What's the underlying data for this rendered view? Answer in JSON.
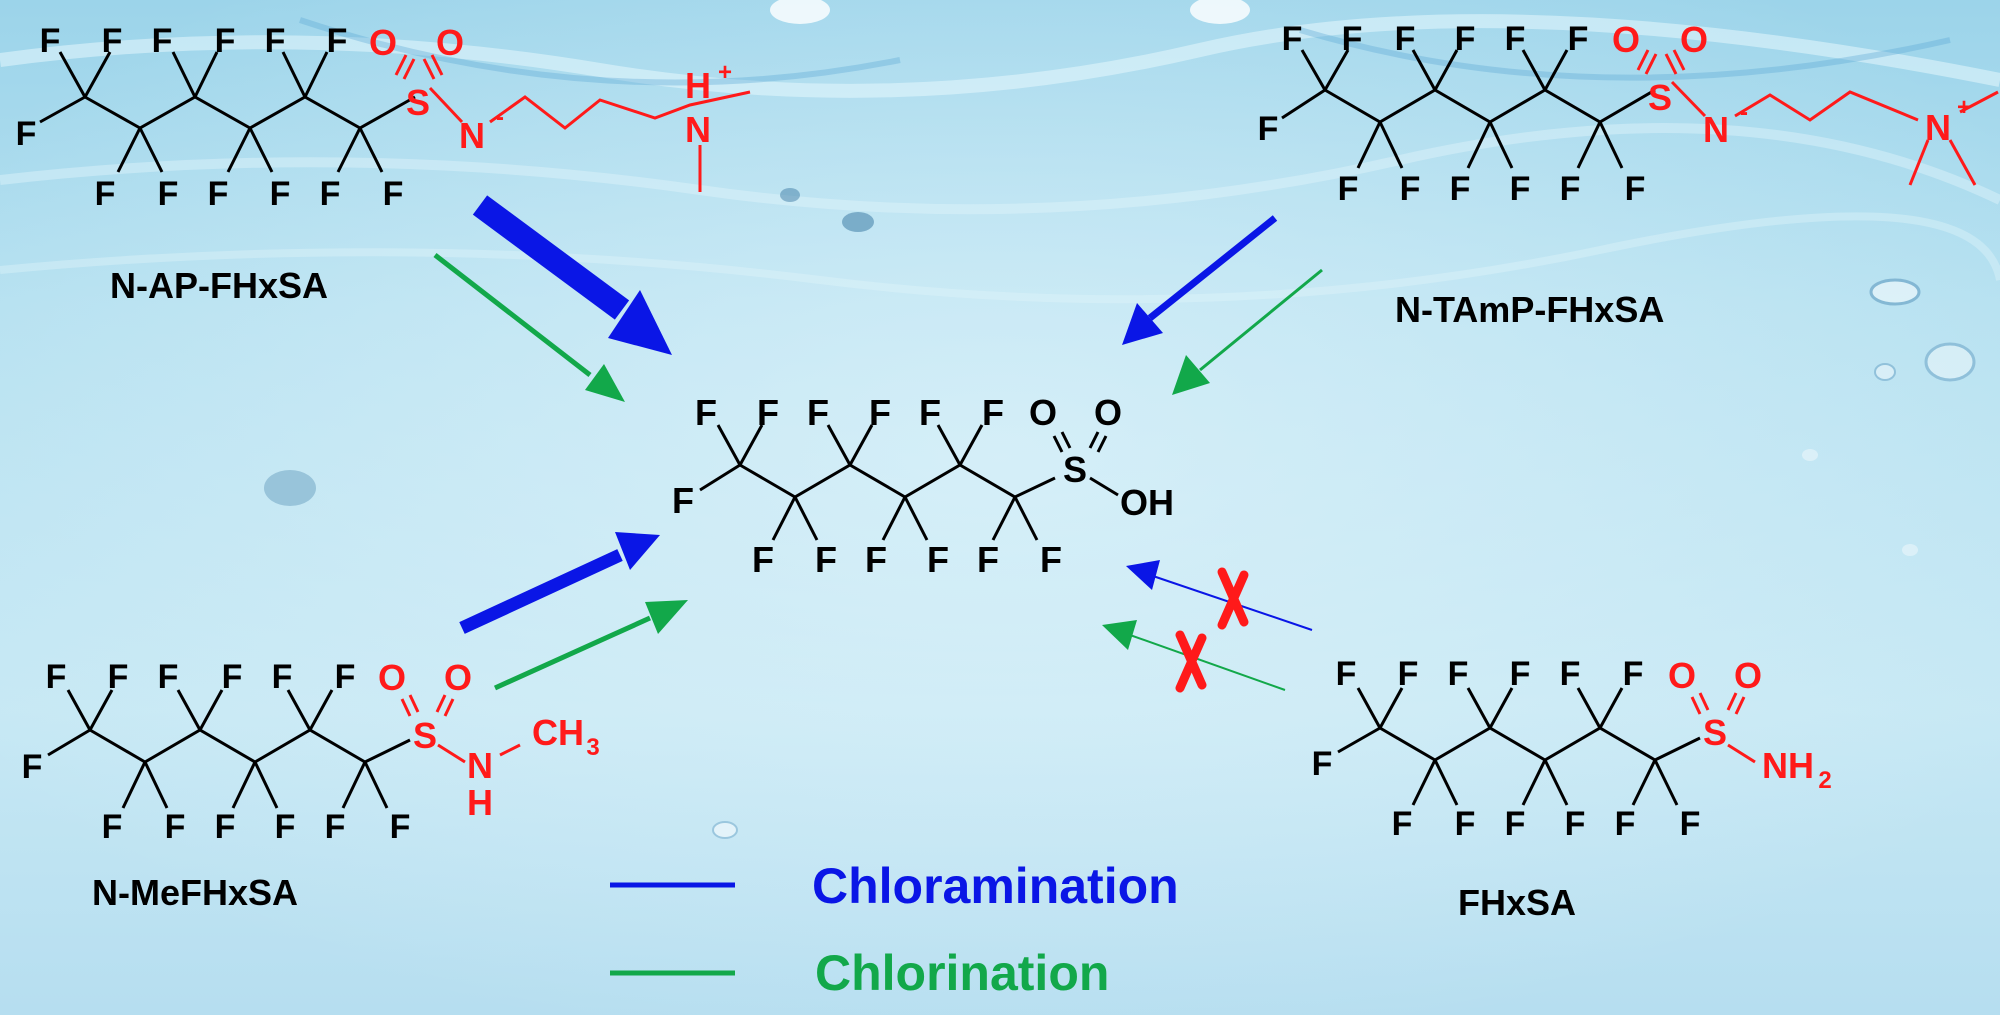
{
  "molecules": {
    "n_ap": {
      "name": "N-AP-FHxSA",
      "chain_top": [
        "F",
        "F",
        "F",
        "F",
        "F",
        "F"
      ],
      "chain_bottom": [
        "F",
        "F",
        "F",
        "F",
        "F",
        "F"
      ],
      "chain_end": "F",
      "sulfonyl": {
        "s": "S",
        "o1": "O",
        "o2": "O"
      },
      "n": "N",
      "n_charge": "-",
      "amine_h": "H",
      "amine_h_charge": "+",
      "amine_n": "N"
    },
    "n_tamp": {
      "name": "N-TAmP-FHxSA",
      "chain_top": [
        "F",
        "F",
        "F",
        "F",
        "F",
        "F"
      ],
      "chain_bottom": [
        "F",
        "F",
        "F",
        "F",
        "F",
        "F"
      ],
      "chain_end": "F",
      "sulfonyl": {
        "s": "S",
        "o1": "O",
        "o2": "O"
      },
      "n": "N",
      "n_charge": "-",
      "amine_n": "N",
      "amine_charge": "+"
    },
    "pfhxs": {
      "chain_top": [
        "F",
        "F",
        "F",
        "F",
        "F",
        "F"
      ],
      "chain_bottom": [
        "F",
        "F",
        "F",
        "F",
        "F",
        "F"
      ],
      "chain_end": "F",
      "sulfonyl": {
        "s": "S",
        "o1": "O",
        "o2": "O"
      },
      "oh": "OH"
    },
    "n_mefhxsa": {
      "name": "N-MeFHxSA",
      "chain_top": [
        "F",
        "F",
        "F",
        "F",
        "F",
        "F"
      ],
      "chain_bottom": [
        "F",
        "F",
        "F",
        "F",
        "F",
        "F"
      ],
      "chain_end": "F",
      "sulfonyl": {
        "s": "S",
        "o1": "O",
        "o2": "O"
      },
      "n": "N",
      "nh": "H",
      "ch3": "CH",
      "ch3_sub": "3"
    },
    "fhxsa": {
      "name": "FHxSA",
      "chain_top": [
        "F",
        "F",
        "F",
        "F",
        "F",
        "F"
      ],
      "chain_bottom": [
        "F",
        "F",
        "F",
        "F",
        "F",
        "F"
      ],
      "chain_end": "F",
      "sulfonyl": {
        "s": "S",
        "o1": "O",
        "o2": "O"
      },
      "nh2": "NH",
      "nh2_sub": "2"
    }
  },
  "legend": {
    "chloramination": "Chloramination",
    "chlorination": "Chlorination"
  },
  "colors": {
    "chloramination": "#0a16e6",
    "chlorination": "#12a84a",
    "heteroatom": "#ff1a1a",
    "blocked": "#ff1a1a",
    "bond": "#000000"
  }
}
